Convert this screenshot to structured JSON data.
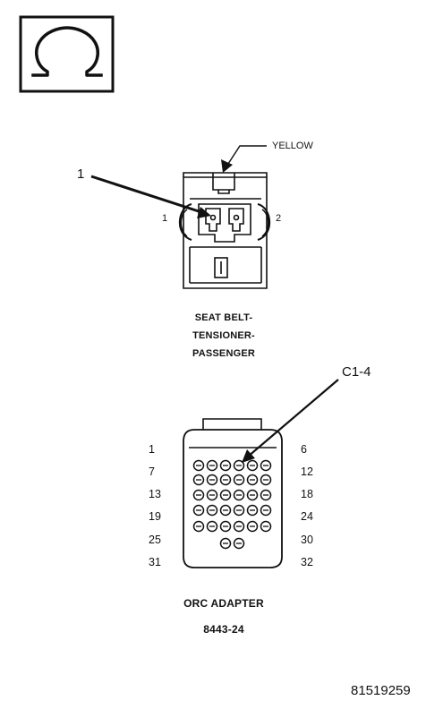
{
  "ohm_symbol": "Ω",
  "connector1": {
    "color_label": "YELLOW",
    "callout": "1",
    "pin_left": "1",
    "pin_right": "2",
    "caption_lines": [
      "SEAT BELT-",
      "TENSIONER-",
      "PASSENGER"
    ]
  },
  "connector2": {
    "callout": "C1-4",
    "row_labels_left": [
      "1",
      "7",
      "13",
      "19",
      "25",
      "31"
    ],
    "row_labels_right": [
      "6",
      "12",
      "18",
      "24",
      "30",
      "32"
    ],
    "caption_lines": [
      "ORC ADAPTER",
      "8443-24"
    ]
  },
  "figure_id": "81519259"
}
